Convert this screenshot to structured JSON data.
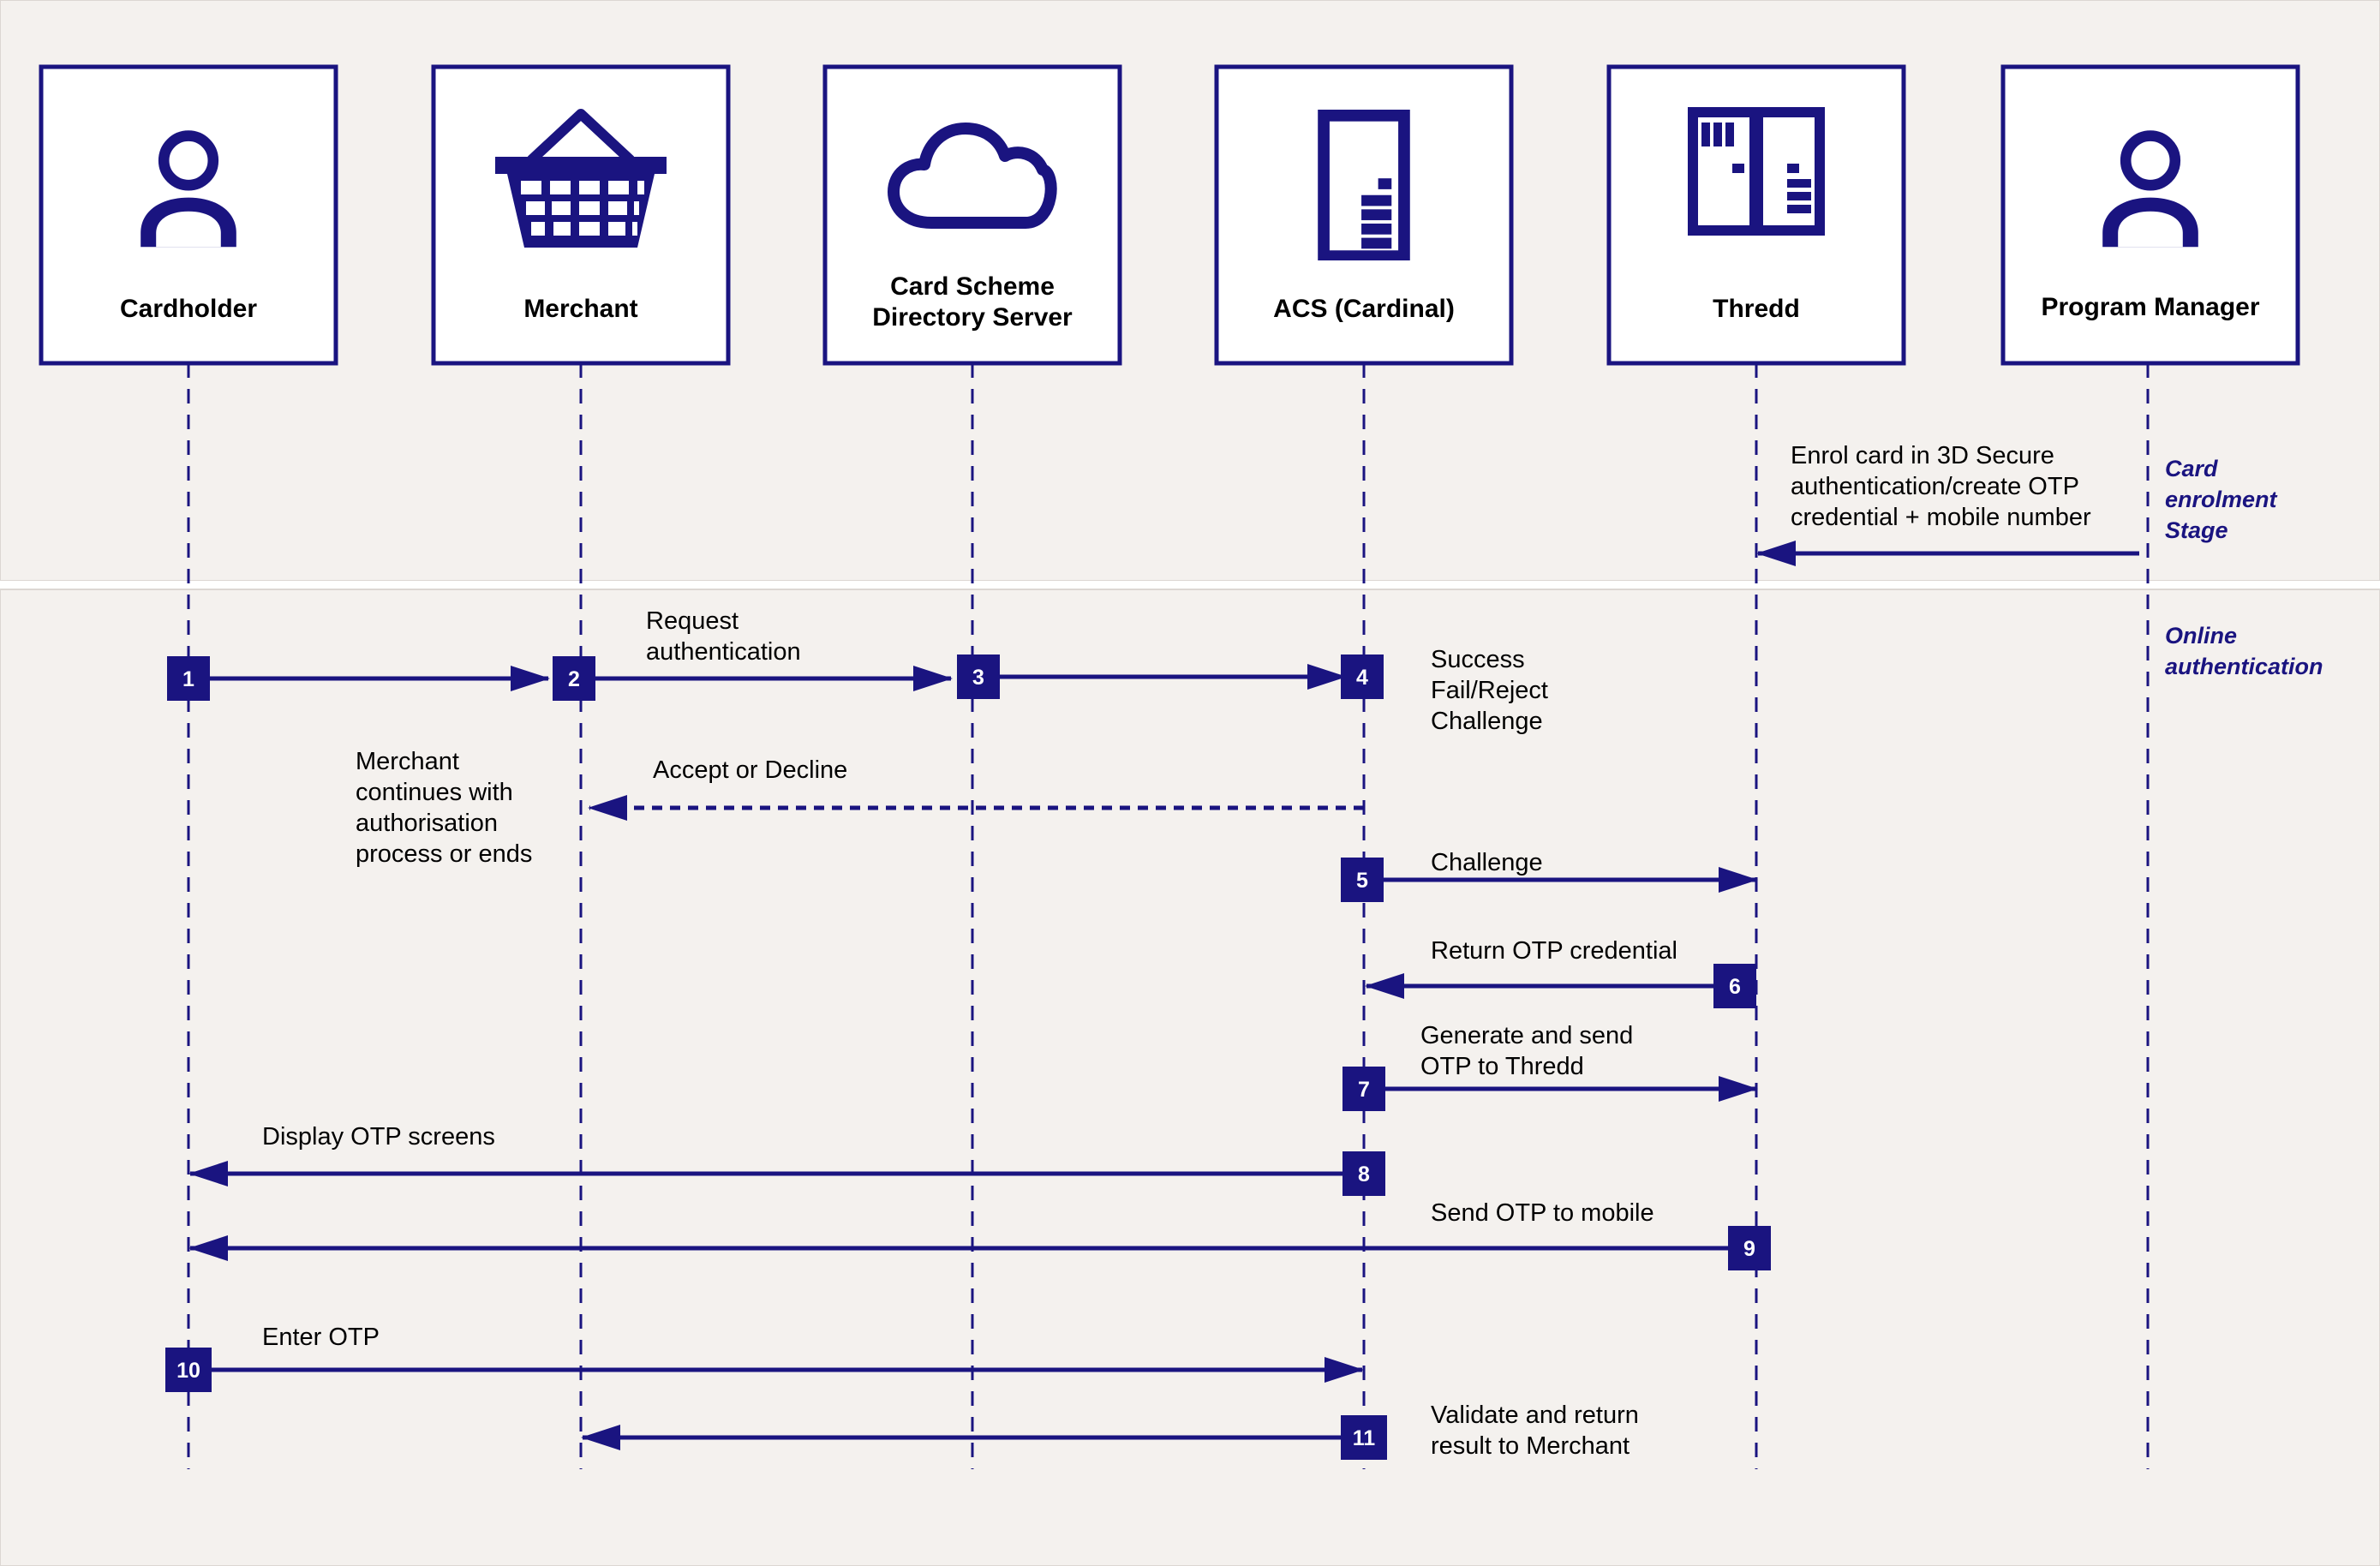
{
  "actors": [
    {
      "name": [
        "Cardholder"
      ],
      "icon": "person-icon"
    },
    {
      "name": [
        "Merchant"
      ],
      "icon": "shopping-basket-icon"
    },
    {
      "name": [
        "Card Scheme",
        "Directory Server"
      ],
      "icon": "cloud-icon"
    },
    {
      "name": [
        "ACS (Cardinal)"
      ],
      "icon": "server-tower-icon"
    },
    {
      "name": [
        "Thredd"
      ],
      "icon": "server-rack-icon"
    },
    {
      "name": [
        "Program Manager"
      ],
      "icon": "person-icon"
    }
  ],
  "stages": {
    "enrolment": [
      "Card",
      "enrolment",
      "Stage"
    ],
    "online": [
      "Online",
      "authentication"
    ]
  },
  "enrol_message": [
    "Enrol card in 3D Secure",
    "authentication/create OTP",
    "credential + mobile number"
  ],
  "steps": [
    {
      "number": "1"
    },
    {
      "number": "2",
      "label": [
        "Request",
        "authentication"
      ]
    },
    {
      "number": "3"
    },
    {
      "number": "4",
      "label": [
        "Success",
        "Fail/Reject",
        "Challenge"
      ]
    },
    {
      "number": "5",
      "label": [
        "Challenge"
      ]
    },
    {
      "number": "6",
      "label": [
        "Return OTP credential"
      ]
    },
    {
      "number": "7",
      "label": [
        "Generate and send",
        "OTP to Thredd"
      ]
    },
    {
      "number": "8",
      "label": [
        "Display OTP screens"
      ]
    },
    {
      "number": "9",
      "label": [
        "Send OTP to mobile"
      ]
    },
    {
      "number": "10",
      "label": [
        "Enter OTP"
      ]
    },
    {
      "number": "11",
      "label": [
        "Validate and return",
        "result to Merchant"
      ]
    }
  ],
  "response": {
    "label": [
      "Accept or Decline"
    ]
  },
  "merchant_note": [
    "Merchant",
    "continues with",
    "authorisation",
    "process or ends"
  ],
  "colors": {
    "primary": "#1a1480",
    "background": "#f4f1ee",
    "box_fill": "#ffffff"
  }
}
